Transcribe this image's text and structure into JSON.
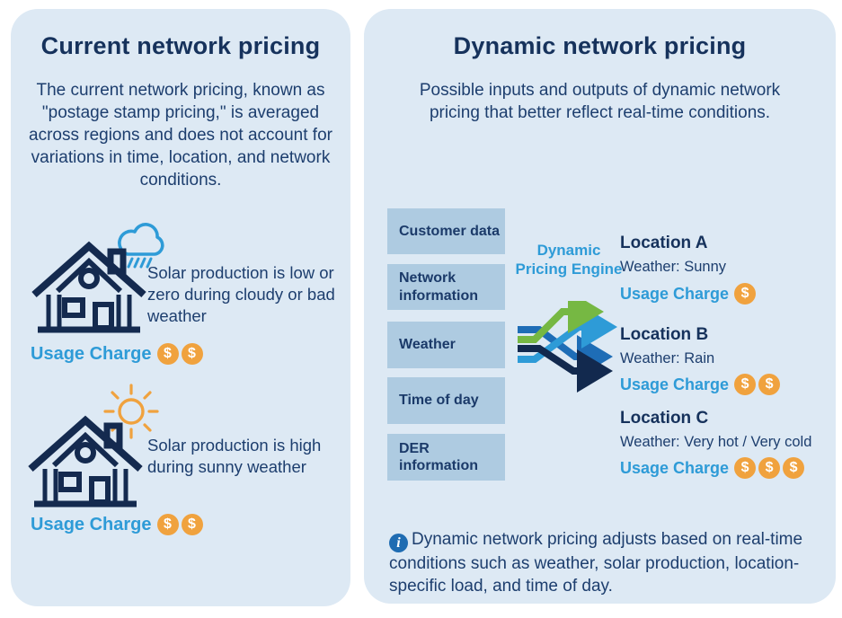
{
  "colors": {
    "panel_bg": "#dde9f4",
    "box_bg": "#aecbe1",
    "title_navy": "#16325c",
    "body_navy": "#1d3e6e",
    "accent_light_blue": "#2e9bd7",
    "coin_orange": "#f0a23e",
    "arrow_green": "#76b843",
    "arrow_mid_blue": "#1e6db6",
    "arrow_dark_navy": "#12294e",
    "info_icon_blue": "#1f6cb2"
  },
  "left_panel": {
    "title": "Current network pricing",
    "description": "The current network pricing, known as \"postage stamp pricing,\" is averaged across regions and does not account for variations in time, location, and network conditions.",
    "scenarios": [
      {
        "icon": "house-with-rain-cloud",
        "text": "Solar production is low or zero during cloudy or bad weather",
        "usage_label": "Usage Charge",
        "coins": 2
      },
      {
        "icon": "house-with-sun",
        "text": "Solar production is high during sunny weather",
        "usage_label": "Usage Charge",
        "coins": 2
      }
    ]
  },
  "right_panel": {
    "title": "Dynamic network pricing",
    "description": "Possible inputs and outputs of dynamic network pricing that better reflect real-time conditions.",
    "inputs": [
      "Customer data",
      "Network information",
      "Weather",
      "Time of day",
      "DER information"
    ],
    "engine_label": "Dynamic Pricing Engine",
    "locations": [
      {
        "name": "Location A",
        "weather": "Weather: Sunny",
        "usage_label": "Usage Charge",
        "coins": 1
      },
      {
        "name": "Location B",
        "weather": "Weather: Rain",
        "usage_label": "Usage Charge",
        "coins": 2
      },
      {
        "name": "Location C",
        "weather": "Weather: Very hot / Very cold",
        "usage_label": "Usage Charge",
        "coins": 3
      }
    ],
    "footnote": "Dynamic network pricing adjusts based on real-time conditions such as weather, solar production, location-specific load, and time of day."
  }
}
